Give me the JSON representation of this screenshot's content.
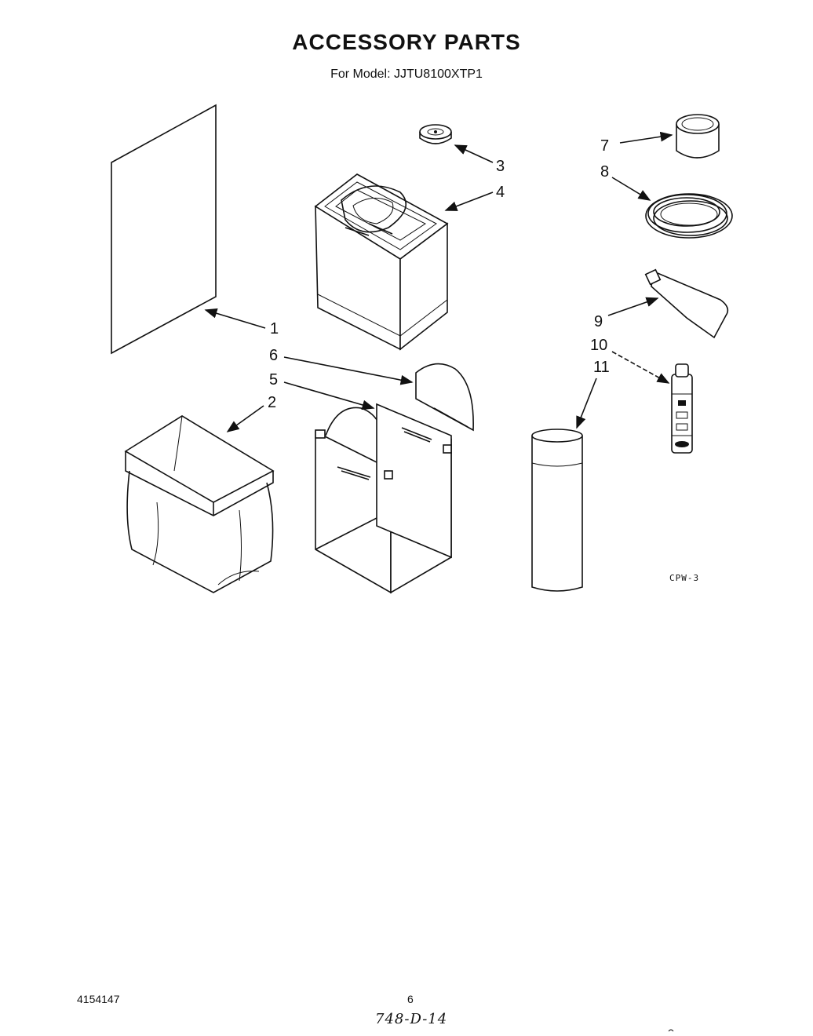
{
  "header": {
    "title": "ACCESSORY PARTS",
    "subtitle": "For Model: JJTU8100XTP1"
  },
  "callouts": [
    "1",
    "2",
    "3",
    "4",
    "5",
    "6",
    "7",
    "8",
    "9",
    "10",
    "11"
  ],
  "figure_ref": "CPW-3",
  "footer": {
    "doc_number": "4154147",
    "page_number": "6",
    "handwritten_note": "748-D-14"
  }
}
